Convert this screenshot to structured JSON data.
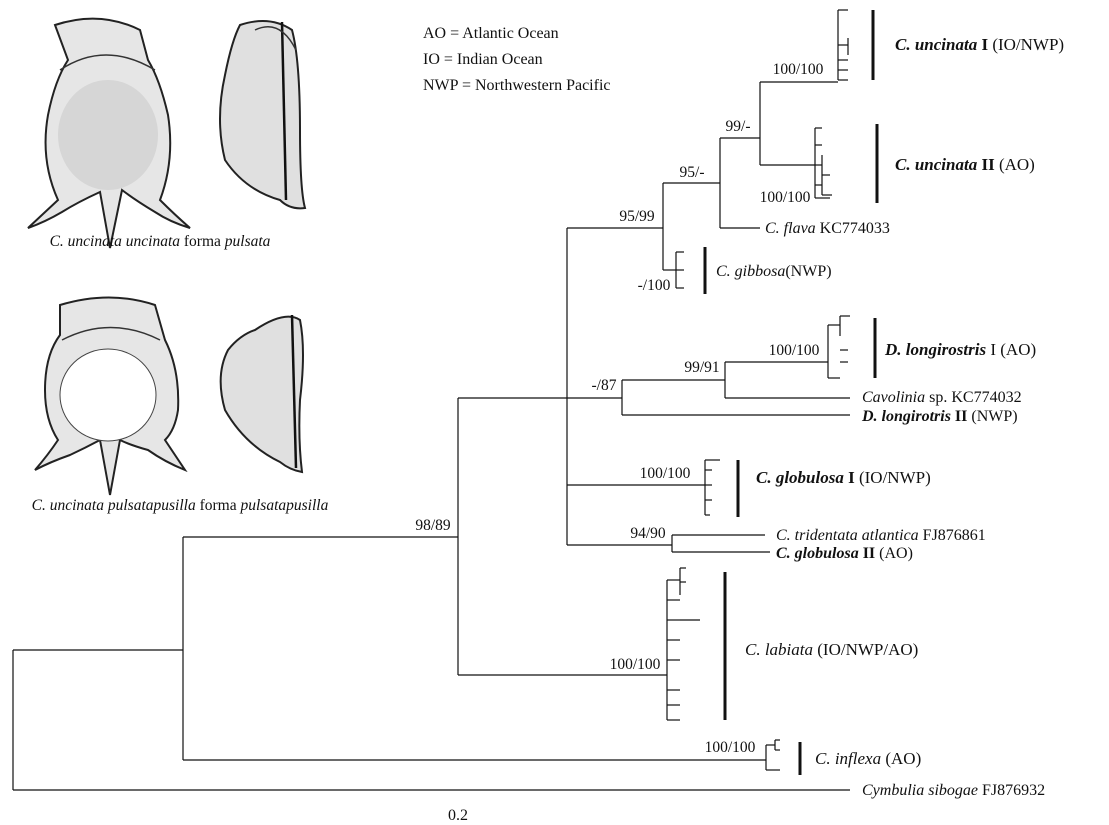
{
  "legend": {
    "ao": "AO = Atlantic Ocean",
    "io": "IO = Indian Ocean",
    "nwp": "NWP = Northwestern Pacific"
  },
  "illustrations": {
    "caption_top": [
      "C. uncinata uncinata",
      " forma ",
      "pulsata"
    ],
    "caption_bottom": [
      "C. uncinata pulsatapusilla",
      " forma ",
      "pulsatapusilla"
    ]
  },
  "supports": {
    "uncinata_I": "100/100",
    "uncinata_II": "100/100",
    "uncinata_group": "99/-",
    "uncinata_flava": "95/-",
    "upper_clade": "95/99",
    "gibbosa": "-/100",
    "longirostris_I": "100/100",
    "longirostris_cav": "99/91",
    "longirostris_group": "-/87",
    "globulosa_I": "100/100",
    "tridentata": "94/90",
    "ingroup": "98/89",
    "labiata": "100/100",
    "inflexa": "100/100"
  },
  "taxa": {
    "uncinata_I": [
      "C. uncinata",
      " I",
      "  (IO/NWP)"
    ],
    "uncinata_II": [
      "C. uncinata",
      " II",
      "  (AO)"
    ],
    "flava": [
      "C. flava",
      " KC774033"
    ],
    "gibbosa": [
      "C. gibbosa",
      "(NWP)"
    ],
    "longirostris_I": [
      "D. longirostris",
      " I",
      "  (AO)"
    ],
    "cavolinia_sp": [
      "Cavolinia",
      " sp. KC774032"
    ],
    "longirotris_II": [
      "D. longirotris",
      " II",
      " (NWP)"
    ],
    "globulosa_I": [
      "C. globulosa",
      " I",
      " (IO/NWP)"
    ],
    "tridentata": [
      "C. tridentata atlantica",
      " FJ876861"
    ],
    "globulosa_II": [
      "C. globulosa",
      " II",
      " (AO)"
    ],
    "labiata": [
      "C. labiata",
      "  (IO/NWP/AO)"
    ],
    "inflexa": [
      "C. inflexa",
      "  (AO)"
    ],
    "cymbulia": [
      "Cymbulia sibogae",
      " FJ876932"
    ]
  },
  "scale": {
    "label": "0.2"
  }
}
